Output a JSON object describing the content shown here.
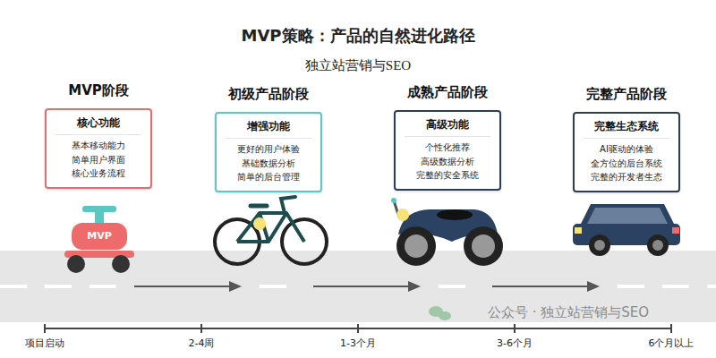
{
  "diagram": {
    "title": "MVP策略：产品的自然进化路径",
    "nodes": [
      {
        "text": [
          "MVP阶段",
          "核心功能",
          "基本移动能力 简单用户界面 核心业务流程"
        ]
      },
      {
        "text": [
          "初级产品阶段",
          "增强功能",
          "更好的用户体验 基础数据分析 简单的后台管理"
        ]
      },
      {
        "text": [
          "成熟产品阶段",
          "高级功能",
          "个性化推荐 高级数据分析 完整的安全系统"
        ]
      },
      {
        "text": [
          "完整产品阶段",
          "完整生态系统",
          "AI驱动的体验 全方位的后台系统 完整的开发者生态"
        ]
      }
    ],
    "labels": [
      "独立站营销与SEO",
      "MVP",
      "项目启动",
      "2-4周",
      "1-3个月",
      "3-6个月",
      "6个月以上",
      "公众号 · 独立站营销与SEO"
    ]
  }
}
